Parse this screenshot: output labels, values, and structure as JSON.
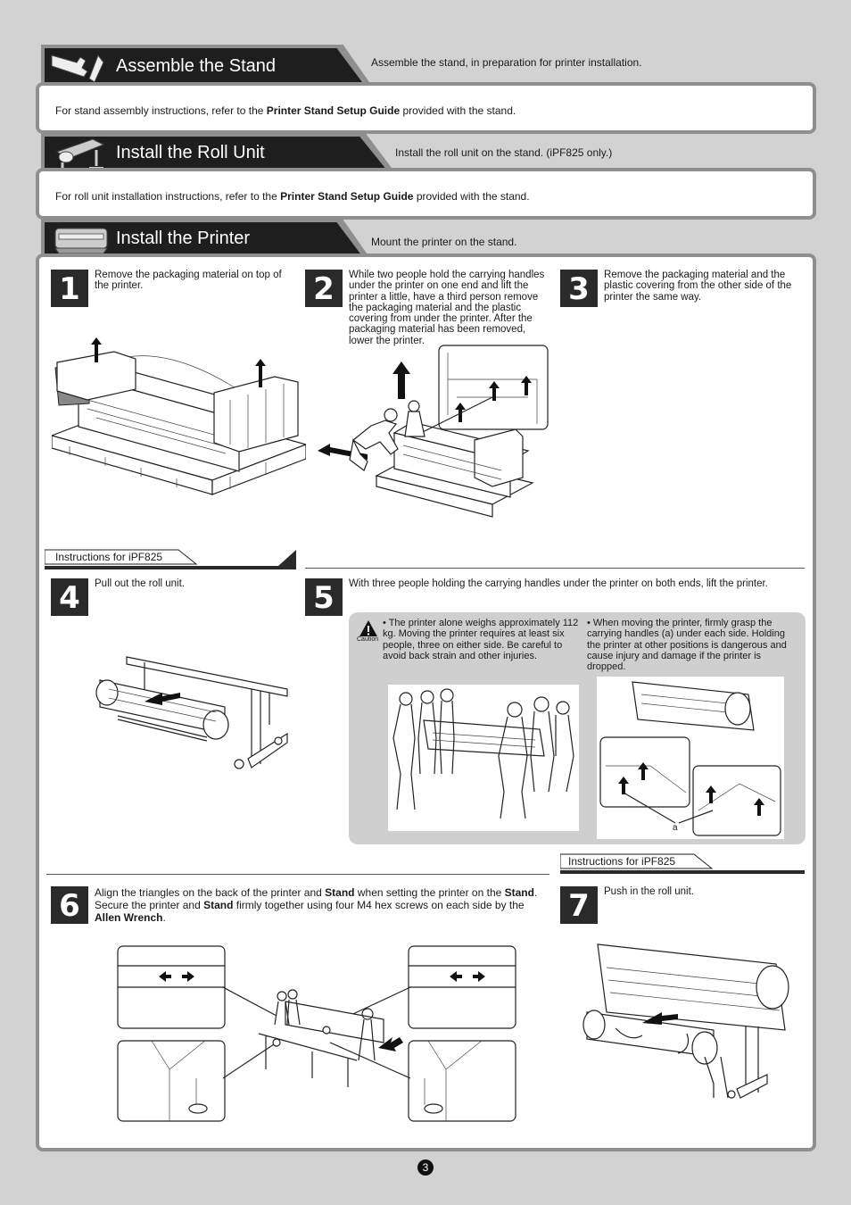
{
  "sections": {
    "stand": {
      "title": "Assemble the Stand",
      "description": "Assemble the stand, in preparation for printer installation.",
      "body_pre": "For stand assembly instructions, refer to the ",
      "body_bold": "Printer Stand Setup Guide",
      "body_post": " provided with the stand."
    },
    "roll_unit": {
      "title": "Install the Roll Unit",
      "description": "Install the roll unit on the stand. (iPF825 only.)",
      "body_pre": "For roll unit installation instructions, refer to the ",
      "body_bold": "Printer Stand Setup Guide",
      "body_post": " provided with the stand."
    },
    "printer": {
      "title": "Install the Printer",
      "description": "Mount the printer on the stand."
    }
  },
  "steps": [
    {
      "number": "1",
      "text": "Remove the packaging material on top of the printer."
    },
    {
      "number": "2",
      "text": "While two people hold the carrying handles under the printer on one end and lift the printer a little, have a third person remove the packaging material and the plastic covering from under the printer. After the packaging material has been removed, lower the printer."
    },
    {
      "number": "3",
      "text": "Remove the packaging material and the plastic covering from the other side of the printer the same way."
    },
    {
      "number": "4",
      "text": "Pull out the roll unit."
    },
    {
      "number": "5",
      "text": "With three people holding the carrying handles under the printer on both ends, lift the printer."
    },
    {
      "number": "6",
      "t1": "Align the triangles on the back of the printer and ",
      "b1": "Stand",
      "t2": " when setting the printer on the ",
      "b2": "Stand",
      "t3": ". Secure the printer and ",
      "b3": "Stand",
      "t4": " firmly together using four M4 hex screws on each side by the ",
      "b4": "Allen Wrench",
      "t5": "."
    },
    {
      "number": "7",
      "text": "Push in the roll unit."
    }
  ],
  "ipf_tag": "Instructions for iPF825",
  "caution": {
    "label": "Caution",
    "bullet1": "• The printer alone weighs approximately 112 kg. Moving the printer requires at least six people, three on either side. Be careful to avoid back strain and other injuries.",
    "bullet2": "• When moving the printer, firmly grasp the carrying handles (a) under each side. Holding the printer at other positions is dangerous and cause injury and damage if the printer is dropped."
  },
  "callout_a": "a",
  "page_number": "3",
  "icons": [
    "wrench-icon",
    "roll-unit-icon",
    "printer-icon",
    "caution-icon",
    "arrow-up-icon"
  ]
}
